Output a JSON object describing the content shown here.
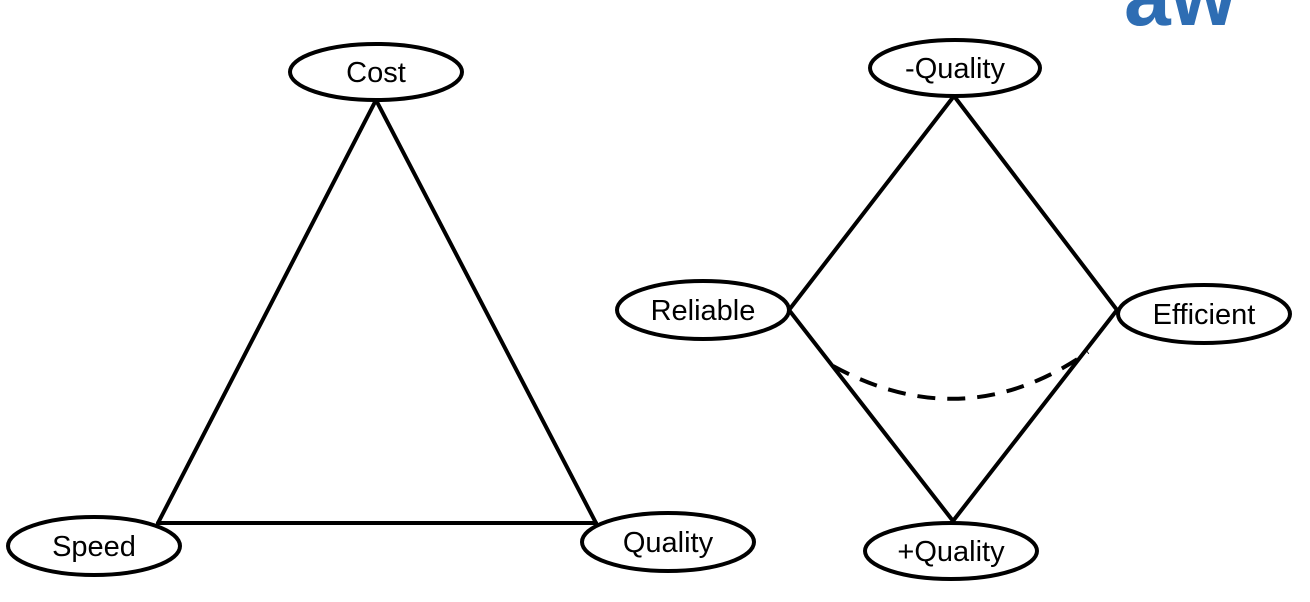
{
  "logo": {
    "text": "aw",
    "color": "#2e6db3"
  },
  "triangle": {
    "nodes": {
      "top": "Cost",
      "bottom_left": "Speed",
      "bottom_right": "Quality"
    }
  },
  "diamond": {
    "nodes": {
      "top": "-Quality",
      "left": "Reliable",
      "right": "Efficient",
      "bottom": "+Quality"
    }
  }
}
